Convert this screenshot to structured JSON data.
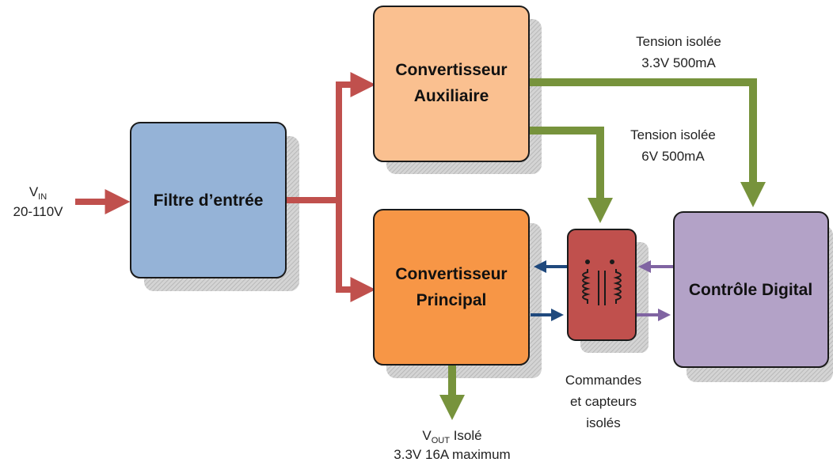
{
  "blocks": {
    "filter": {
      "label": "Filtre d’entrée",
      "color": "#95b3d7"
    },
    "aux": {
      "line1": "Convertisseur",
      "line2": "Auxiliaire",
      "color": "#fac090"
    },
    "main": {
      "line1": "Convertisseur",
      "line2": "Principal",
      "color": "#f79646"
    },
    "isolator": {
      "color": "#c0504d",
      "icon": "transformer-icon"
    },
    "control": {
      "label": "Contrôle Digital",
      "color": "#b3a2c7"
    }
  },
  "labels": {
    "vin": {
      "v": "V",
      "sub": "IN",
      "range": "20-110V"
    },
    "tension1": {
      "line1": "Tension isolée",
      "line2": "3.3V 500mA"
    },
    "tension2": {
      "line1": "Tension isolée",
      "line2": "6V 500mA"
    },
    "vout": {
      "v": "V",
      "sub": "OUT",
      "suffix": " Isolé",
      "line2": "3.3V 16A maximum"
    },
    "isolated": {
      "line1": "Commandes",
      "line2": "et capteurs",
      "line3": "isolés"
    }
  },
  "colors": {
    "input_arrows": "#c0504d",
    "power_arrows": "#77933c",
    "blue_arrows": "#1f497d",
    "purple_arrows": "#8064a2",
    "shadow": "#c8c8c8"
  }
}
